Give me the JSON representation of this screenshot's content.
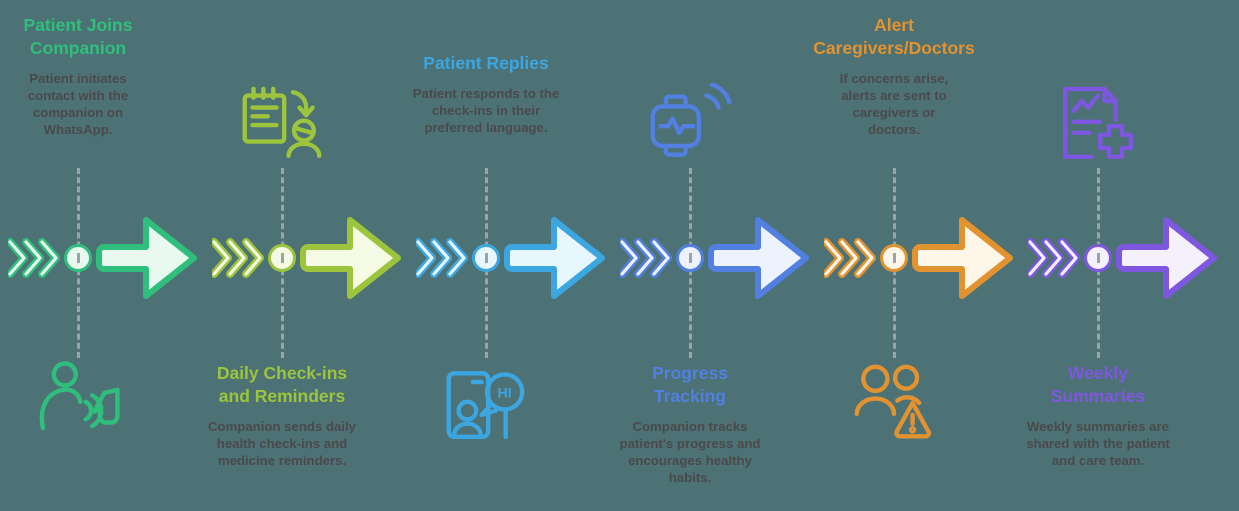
{
  "background_color": "#4d7276",
  "dashed_line_color": "#9aa3a5",
  "body_text_color": "#4a4a4a",
  "steps": [
    {
      "title_lines": [
        "Patient Joins",
        "Companion"
      ],
      "description": "Patient initiates contact with the companion on WhatsApp.",
      "color": "#2fbe7c",
      "fill": "#e9f9ef",
      "icon": "person-speaking-icon",
      "text_position": "top"
    },
    {
      "title_lines": [
        "Daily Check-ins",
        "and Reminders"
      ],
      "description": "Companion sends daily health check-ins and medicine reminders.",
      "color": "#9cc43c",
      "fill": "#f4fae3",
      "icon": "checklist-reminder-icon",
      "text_position": "bottom"
    },
    {
      "title_lines": [
        "Patient Replies"
      ],
      "description": "Patient responds to the check-ins in their preferred language.",
      "color": "#3ba6e0",
      "fill": "#e8f6fd",
      "icon": "phone-reply-icon",
      "icon_text": "HI",
      "text_position": "top"
    },
    {
      "title_lines": [
        "Progress",
        "Tracking"
      ],
      "description": "Companion tracks patient's progress and encourages healthy habits.",
      "color": "#5180e2",
      "fill": "#edf3fe",
      "icon": "smartwatch-tracking-icon",
      "text_position": "bottom"
    },
    {
      "title_lines": [
        "Alert",
        "Caregivers/Doctors"
      ],
      "description": "If concerns arise, alerts are sent to caregivers or doctors.",
      "color": "#e2932f",
      "fill": "#fdf6e9",
      "icon": "caregivers-alert-icon",
      "text_position": "top"
    },
    {
      "title_lines": [
        "Weekly",
        "Summaries"
      ],
      "description": "Weekly summaries are shared with the patient and care team.",
      "color": "#7e57e0",
      "fill": "#f4f1fd",
      "icon": "medical-report-icon",
      "text_position": "bottom"
    }
  ]
}
